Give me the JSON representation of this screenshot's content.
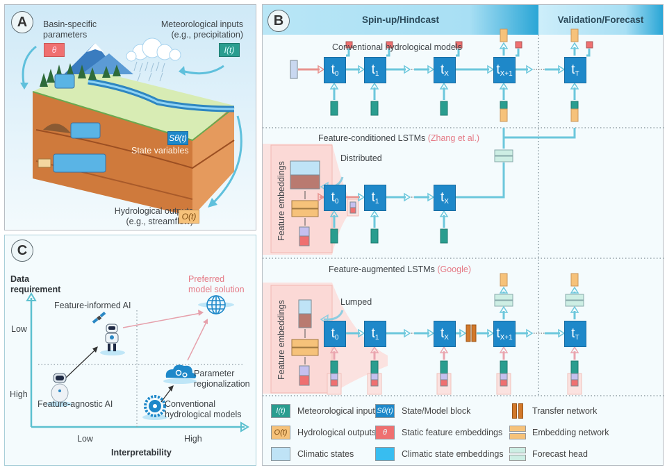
{
  "panelA": {
    "badge": "A",
    "basin_label_1": "Basin-specific",
    "basin_label_2": "parameters",
    "theta_symbol": "θ",
    "meteo_label_1": "Meteorological inputs",
    "meteo_label_2": "(e.g., precipitation)",
    "input_symbol": "I(t)",
    "state_symbol": "Sθ(t)",
    "state_label": "State variables",
    "output_label_1": "Hydrological outputs",
    "output_label_2": "(e.g., streamflow)",
    "output_symbol": "O(t)"
  },
  "panelB": {
    "badge": "B",
    "header_left": "Spin-up/Hindcast",
    "header_right": "Validation/Forecast",
    "rows": [
      {
        "title": "Conventional hydrological models",
        "cite": ""
      },
      {
        "title": "Feature-conditioned LSTMs",
        "cite": "(Zhang et al.)",
        "mode": "Distributed",
        "embed_label": "Feature embeddings"
      },
      {
        "title": "Feature-augmented LSTMs",
        "cite": "(Google)",
        "mode": "Lumped",
        "embed_label": "Feature embeddings"
      }
    ],
    "steps": [
      "t",
      "t",
      "t",
      "t",
      "t"
    ],
    "subs": [
      "0",
      "1",
      "X",
      "X+1",
      "T"
    ],
    "ellipsis": "······"
  },
  "legend": [
    {
      "symbol": "I(t)",
      "label": "Meteorological inputs",
      "color": "#2a9d8f"
    },
    {
      "symbol": "Sθ(t)",
      "label": "State/Model block",
      "color": "#1e88c9"
    },
    {
      "symbol": "",
      "label": "Transfer network",
      "color": "#d2782a"
    },
    {
      "symbol": "O(t)",
      "label": "Hydrological outputs",
      "color": "#f6c27a"
    },
    {
      "symbol": "θ",
      "label": "Static feature embeddings",
      "color": "#ef7070"
    },
    {
      "symbol": "",
      "label": "Embedding network",
      "color": "#f6c27a"
    },
    {
      "symbol": "",
      "label": "Climatic states",
      "color": "#bfe3f6"
    },
    {
      "symbol": "",
      "label": "Climatic state embeddings",
      "color": "#38bdf0"
    },
    {
      "symbol": "",
      "label": "Forecast head",
      "color": "#cdeee4"
    }
  ],
  "panelC": {
    "badge": "C",
    "y_axis_1": "Data",
    "y_axis_2": "requirement",
    "y_low": "Low",
    "y_high": "High",
    "x_axis": "Interpretability",
    "x_low": "Low",
    "x_high": "High",
    "preferred_1": "Preferred",
    "preferred_2": "model solution",
    "feature_informed": "Feature-informed AI",
    "feature_agnostic": "Feature-agnostic AI",
    "param_reg_1": "Parameter",
    "param_reg_2": "regionalization",
    "conv_1": "Conventional",
    "conv_2": "hydrological models"
  },
  "colors": {
    "accent_pink": "#e57a86",
    "teal": "#2a9d8f",
    "block_blue": "#1e88c9",
    "arrow_cyan": "#6cc7dc"
  }
}
